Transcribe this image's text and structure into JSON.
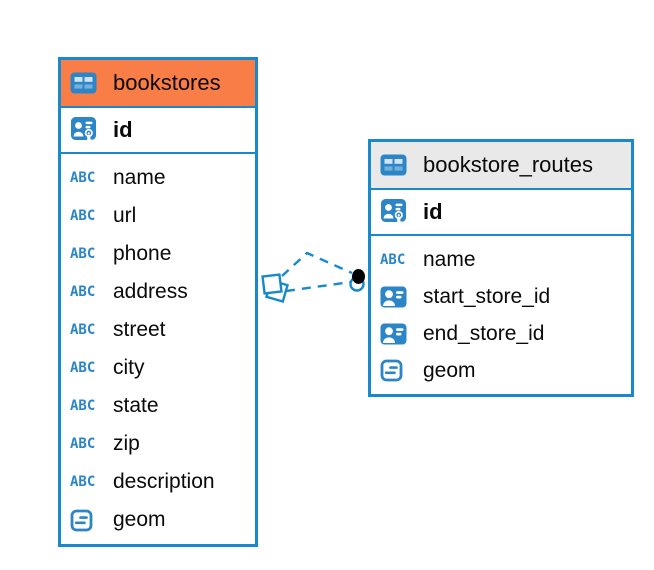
{
  "colors": {
    "accent_blue": "#1789cc",
    "icon_blue": "#2b85c7",
    "selected_header_orange": "#f97d46",
    "header_gray": "#e9e9e9",
    "text_color": "#0a0a0a"
  },
  "icons": {
    "text_type_label": "ABC"
  },
  "tables": [
    {
      "name": "bookstores",
      "selected": true,
      "primary_key": "id",
      "columns": [
        {
          "name": "name",
          "type": "text"
        },
        {
          "name": "url",
          "type": "text"
        },
        {
          "name": "phone",
          "type": "text"
        },
        {
          "name": "address",
          "type": "text"
        },
        {
          "name": "street",
          "type": "text"
        },
        {
          "name": "city",
          "type": "text"
        },
        {
          "name": "state",
          "type": "text"
        },
        {
          "name": "zip",
          "type": "text"
        },
        {
          "name": "description",
          "type": "text"
        },
        {
          "name": "geom",
          "type": "geometry"
        }
      ]
    },
    {
      "name": "bookstore_routes",
      "selected": false,
      "primary_key": "id",
      "columns": [
        {
          "name": "name",
          "type": "text"
        },
        {
          "name": "start_store_id",
          "type": "reference"
        },
        {
          "name": "end_store_id",
          "type": "reference"
        },
        {
          "name": "geom",
          "type": "geometry"
        }
      ]
    }
  ],
  "relationship": {
    "from_table": "bookstores",
    "to_table": "bookstore_routes",
    "line_style": "dashed"
  }
}
